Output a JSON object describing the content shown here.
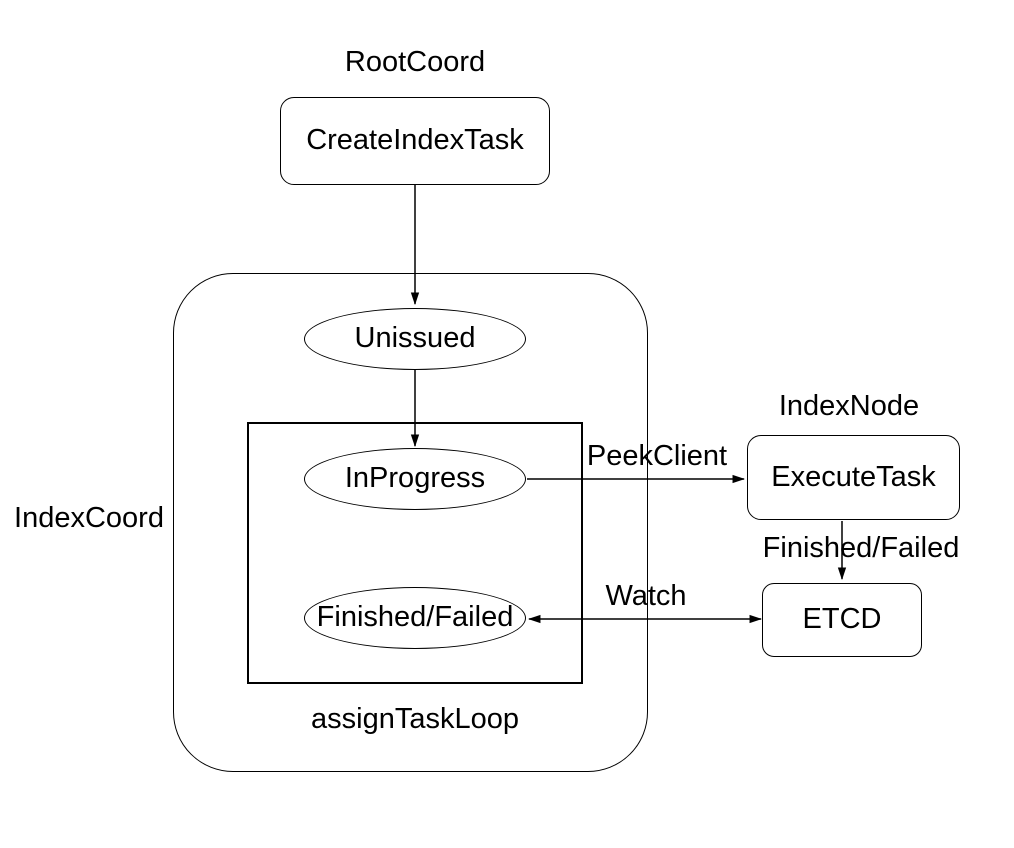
{
  "diagram": {
    "background_color": "#ffffff",
    "stroke_color": "#000000",
    "text_color": "#000000",
    "type": "flow-diagram"
  },
  "labels": {
    "root_coord": "RootCoord",
    "index_coord": "IndexCoord",
    "index_node": "IndexNode",
    "assign_task_loop": "assignTaskLoop"
  },
  "nodes": {
    "create_index_task": {
      "label": "CreateIndexTask",
      "shape": "rounded-rect"
    },
    "unissued": {
      "label": "Unissued",
      "shape": "ellipse"
    },
    "in_progress": {
      "label": "InProgress",
      "shape": "ellipse"
    },
    "finished_failed": {
      "label": "Finished/Failed",
      "shape": "ellipse"
    },
    "execute_task": {
      "label": "ExecuteTask",
      "shape": "rounded-rect"
    },
    "etcd": {
      "label": "ETCD",
      "shape": "rounded-rect"
    }
  },
  "edges": [
    {
      "from": "create_index_task",
      "to": "unissued",
      "label": "",
      "direction": "down"
    },
    {
      "from": "unissued",
      "to": "in_progress",
      "label": "",
      "direction": "down"
    },
    {
      "from": "in_progress",
      "to": "execute_task",
      "label": "PeekClient",
      "direction": "right"
    },
    {
      "from": "execute_task",
      "to": "etcd",
      "label": "Finished/Failed",
      "direction": "down"
    },
    {
      "from": "etcd",
      "to": "finished_failed",
      "label": "Watch",
      "direction": "both",
      "bidirectional": true
    }
  ]
}
